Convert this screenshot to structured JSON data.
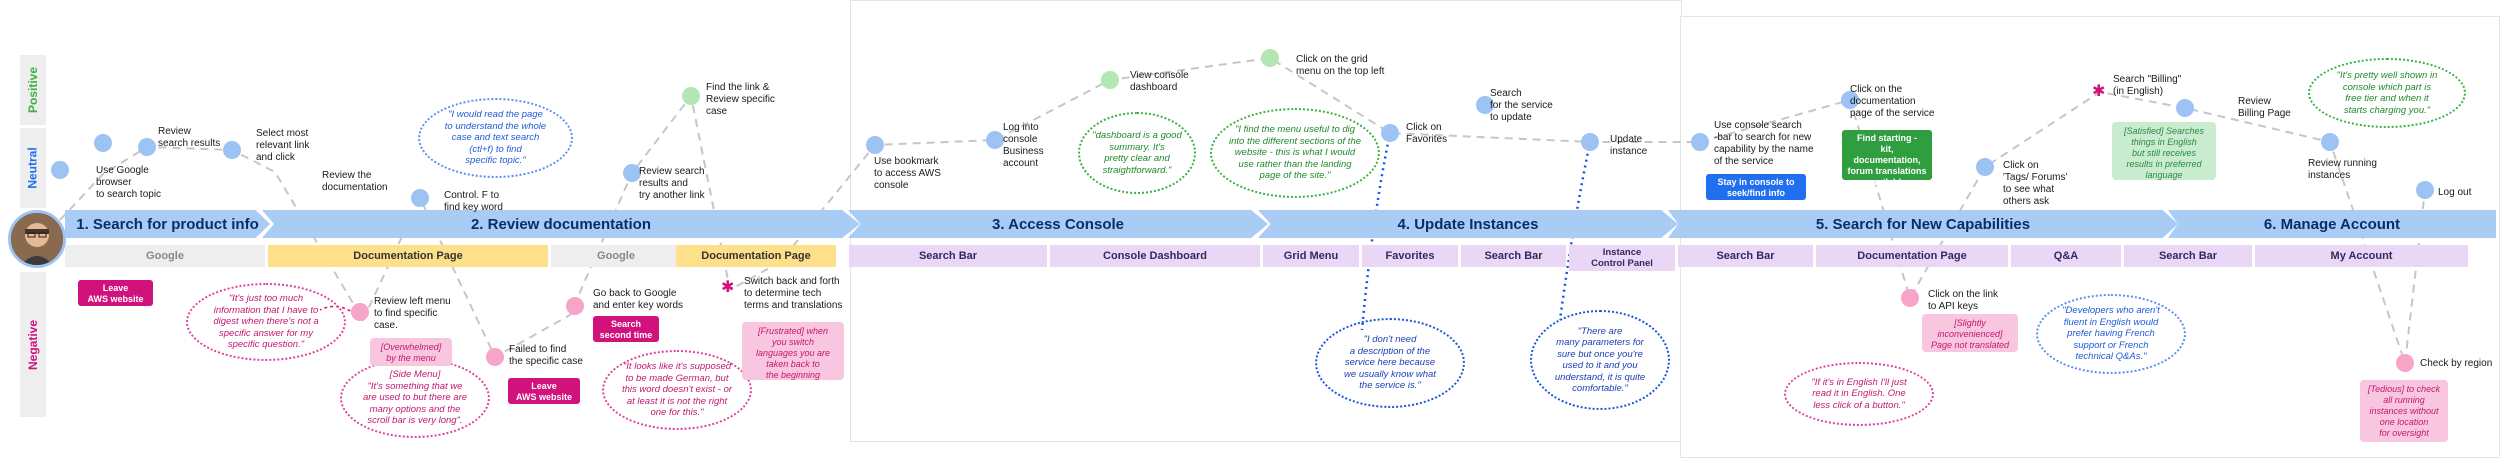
{
  "lanes": {
    "positive": "Positive",
    "neutral": "Neutral",
    "negative": "Negative"
  },
  "stages": [
    {
      "label": "1. Search for product info"
    },
    {
      "label": "2. Review documentation"
    },
    {
      "label": "3. Access Console"
    },
    {
      "label": "4. Update Instances"
    },
    {
      "label": "5. Search for New Capabilities"
    },
    {
      "label": "6. Manage Account"
    }
  ],
  "touchpoints": [
    {
      "label": "Google",
      "color": "#eeeeee",
      "text": "#888888"
    },
    {
      "label": "Documentation Page",
      "color": "#ffe08a",
      "text": "#333333"
    },
    {
      "label": "Google",
      "color": "#eeeeee",
      "text": "#888888"
    },
    {
      "label": "Documentation Page",
      "color": "#ffe08a",
      "text": "#333333"
    },
    {
      "label": "Search Bar",
      "color": "#ead7f5",
      "text": "#3a2560"
    },
    {
      "label": "Console Dashboard",
      "color": "#ead7f5",
      "text": "#3a2560"
    },
    {
      "label": "Grid Menu",
      "color": "#ead7f5",
      "text": "#3a2560"
    },
    {
      "label": "Favorites",
      "color": "#ead7f5",
      "text": "#3a2560"
    },
    {
      "label": "Search Bar",
      "color": "#ead7f5",
      "text": "#3a2560"
    },
    {
      "label": "Instance\nControl Panel",
      "color": "#ead7f5",
      "text": "#3a2560"
    },
    {
      "label": "Search Bar",
      "color": "#ead7f5",
      "text": "#3a2560"
    },
    {
      "label": "Documentation Page",
      "color": "#ead7f5",
      "text": "#3a2560"
    },
    {
      "label": "Q&A",
      "color": "#ead7f5",
      "text": "#3a2560"
    },
    {
      "label": "Search Bar",
      "color": "#ead7f5",
      "text": "#3a2560"
    },
    {
      "label": "My Account",
      "color": "#ead7f5",
      "text": "#3a2560"
    }
  ],
  "steps": [
    {
      "label": "Use Google\nbrowser\nto search topic",
      "sentiment": "neutral"
    },
    {
      "label": "Review\nsearch results",
      "sentiment": "neutral"
    },
    {
      "label": "Select most\nrelevant link\nand click",
      "sentiment": "neutral"
    },
    {
      "label": "Review the\ndocumentation",
      "sentiment": "neutral"
    },
    {
      "label": "Review left menu\nto find specific\ncase.",
      "sentiment": "negative"
    },
    {
      "label": "Control. F to\nfind key word",
      "sentiment": "neutral"
    },
    {
      "label": "Failed to find\nthe specific case",
      "sentiment": "negative"
    },
    {
      "label": "Go back to Google\nand enter key words",
      "sentiment": "negative"
    },
    {
      "label": "Review search\nresults and\ntry another link",
      "sentiment": "neutral"
    },
    {
      "label": "Find the link &\nReview specific\ncase",
      "sentiment": "positive"
    },
    {
      "label": "Switch back and forth\nto determine tech\nterms and translations",
      "sentiment": "negative"
    },
    {
      "label": "Use bookmark\nto access AWS\nconsole",
      "sentiment": "neutral"
    },
    {
      "label": "Log into\nconsole\nBusiness\naccount",
      "sentiment": "neutral"
    },
    {
      "label": "View console\ndashboard",
      "sentiment": "positive"
    },
    {
      "label": "Click on the grid\nmenu on the top left",
      "sentiment": "positive"
    },
    {
      "label": "Click on\nFavorites",
      "sentiment": "neutral"
    },
    {
      "label": "Search\nfor the service\nto update",
      "sentiment": "neutral"
    },
    {
      "label": "Update\ninstance",
      "sentiment": "neutral"
    },
    {
      "label": "Use console search\n-bar to search for new\ncapability by the name\nof the service",
      "sentiment": "neutral"
    },
    {
      "label": "Click on the\ndocumentation\npage of the service",
      "sentiment": "neutral"
    },
    {
      "label": "Click on the link\nto API keys",
      "sentiment": "negative"
    },
    {
      "label": "Click on\n'Tags/ Forums'\nto see what\nothers ask",
      "sentiment": "neutral"
    },
    {
      "label": "Search \"Billing\"\n(in English)",
      "sentiment": "positive"
    },
    {
      "label": "Review\nBilling Page",
      "sentiment": "positive"
    },
    {
      "label": "Review running\ninstances",
      "sentiment": "neutral"
    },
    {
      "label": "Log out",
      "sentiment": "neutral"
    },
    {
      "label": "Check by region",
      "sentiment": "negative"
    }
  ],
  "quotes": [
    {
      "text": "\"It's just too much\ninformation that I have to\ndigest when there's not a\nspecific answer for my\nspecific question.\"",
      "sentiment": "negative"
    },
    {
      "text": "[Side Menu]\n\"It's something that we\nare used to but there are\nmany options and the\nscroll bar is very long\".",
      "sentiment": "negative"
    },
    {
      "text": "\"I would read the page\nto understand the whole\ncase and text search\n(ctl+f) to find\nspecific topic.\"",
      "sentiment": "neutral"
    },
    {
      "text": "\"It looks like it's supposed\nto be made German, but\nthis word doesn't exist - or\nat least it is not the right\none for this.\"",
      "sentiment": "negative"
    },
    {
      "text": "\"dashboard is a good\nsummary. It's\npretty clear and\nstraightforward.\"",
      "sentiment": "positive"
    },
    {
      "text": "\"I find the menu useful to dig\ninto the different sections of the\nwebsite - this is what I would\nuse rather than the landing\npage of the site.\"",
      "sentiment": "positive"
    },
    {
      "text": "\"I don't need\na description of the\nservice here because\nwe usually know what\nthe service is.\"",
      "sentiment": "neutral"
    },
    {
      "text": "\"There are\nmany parameters for\nsure but once you're\nused to it and you\nunderstand, it is quite\ncomfortable.\"",
      "sentiment": "neutral"
    },
    {
      "text": "\"If it's in English I'll just\nread it in English. One\nless click of a button.\"",
      "sentiment": "negative"
    },
    {
      "text": "\"Developers who aren't\nfluent in English would\nprefer having French\nsupport or French\ntechnical Q&As.\"",
      "sentiment": "neutral"
    },
    {
      "text": "\"It's pretty well shown in\nconsole which part is\nfree tier and when it\nstarts charging you.\"",
      "sentiment": "positive"
    }
  ],
  "emotions": [
    {
      "text": "[Overwhelmed]\nby the menu",
      "sentiment": "negative"
    },
    {
      "text": "[Frustrated] when\nyou switch\nlanguages you are\ntaken back to\nthe beginning",
      "sentiment": "negative"
    },
    {
      "text": "[Slightly\ninconvenienced]\nPage not translated",
      "sentiment": "negative"
    },
    {
      "text": "[Satisfied] Searches\nthings in English\nbut still receives\nresults in preferred\nlanguage",
      "sentiment": "positive"
    },
    {
      "text": "[Tedious] to check\nall running\ninstances without\none location\nfor oversight",
      "sentiment": "negative"
    }
  ],
  "tags": [
    {
      "text": "Leave\nAWS website",
      "style": "magenta"
    },
    {
      "text": "Search\nsecond time",
      "style": "magenta"
    },
    {
      "text": "Leave\nAWS website",
      "style": "magenta"
    },
    {
      "text": "Stay in console to\nseek/find info",
      "style": "blue"
    },
    {
      "text": "Find starting -\nkit, documentation,\nforum translations\navailable",
      "style": "green"
    }
  ],
  "colors": {
    "stage_bar": "#a9ccf5",
    "positive_lane": "#3cb043",
    "neutral_lane": "#1f6ff0",
    "negative_lane": "#d1127c",
    "journey_line": "#c6c6c6",
    "dotted_connector": "#1a56db"
  },
  "icons": {
    "highlight_marker": "star-icon",
    "persona": "avatar-photo"
  }
}
